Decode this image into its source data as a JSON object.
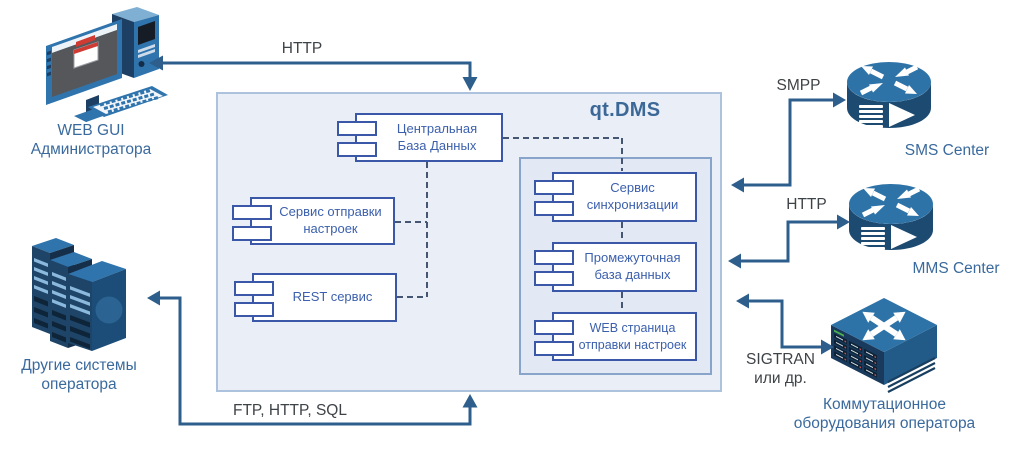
{
  "system": {
    "title": "qt.DMS"
  },
  "components": {
    "central_db": {
      "l1": "Центральная",
      "l2": "База Данных"
    },
    "send_settings": {
      "l1": "Сервис отправки",
      "l2": "настроек"
    },
    "rest": {
      "l1": "REST сервис"
    },
    "sync": {
      "l1": "Сервис",
      "l2": "синхронизации"
    },
    "intermediate_db": {
      "l1": "Промежуточная",
      "l2": "база данных"
    },
    "web_page": {
      "l1": "WEB страница",
      "l2": "отправки настроек"
    }
  },
  "captions": {
    "web_gui1": "WEB GUI",
    "web_gui2": "Администратора",
    "other1": "Другие системы",
    "other2": "оператора",
    "sms": "SMS Center",
    "mms": "MMS Center",
    "switch1": "Коммутационное",
    "switch2": "оборудования оператора"
  },
  "labels": {
    "http_top": "HTTP",
    "smpp": "SMPP",
    "http_right": "HTTP",
    "sigtran1": "SIGTRAN",
    "sigtran2": "или др.",
    "ftp": "FTP, HTTP, SQL"
  },
  "colors": {
    "connector_line": "#2d5e8c",
    "dashed_line": "#445672",
    "component_border": "#3a57a8",
    "component_text": "#3c60ad",
    "system_box_fill": "#e9eef7",
    "system_box_border": "#adc2dd",
    "inner_box_fill": "#e2e9f4",
    "inner_box_border": "#88a4ca",
    "title_text": "#3c6898",
    "caption_text": "#3a6a9d",
    "connection_label_text": "#3e4347",
    "icon_blue": "#2f74ad",
    "icon_dark_navy": "#1d3f63",
    "icon_red": "#cf3a33"
  }
}
